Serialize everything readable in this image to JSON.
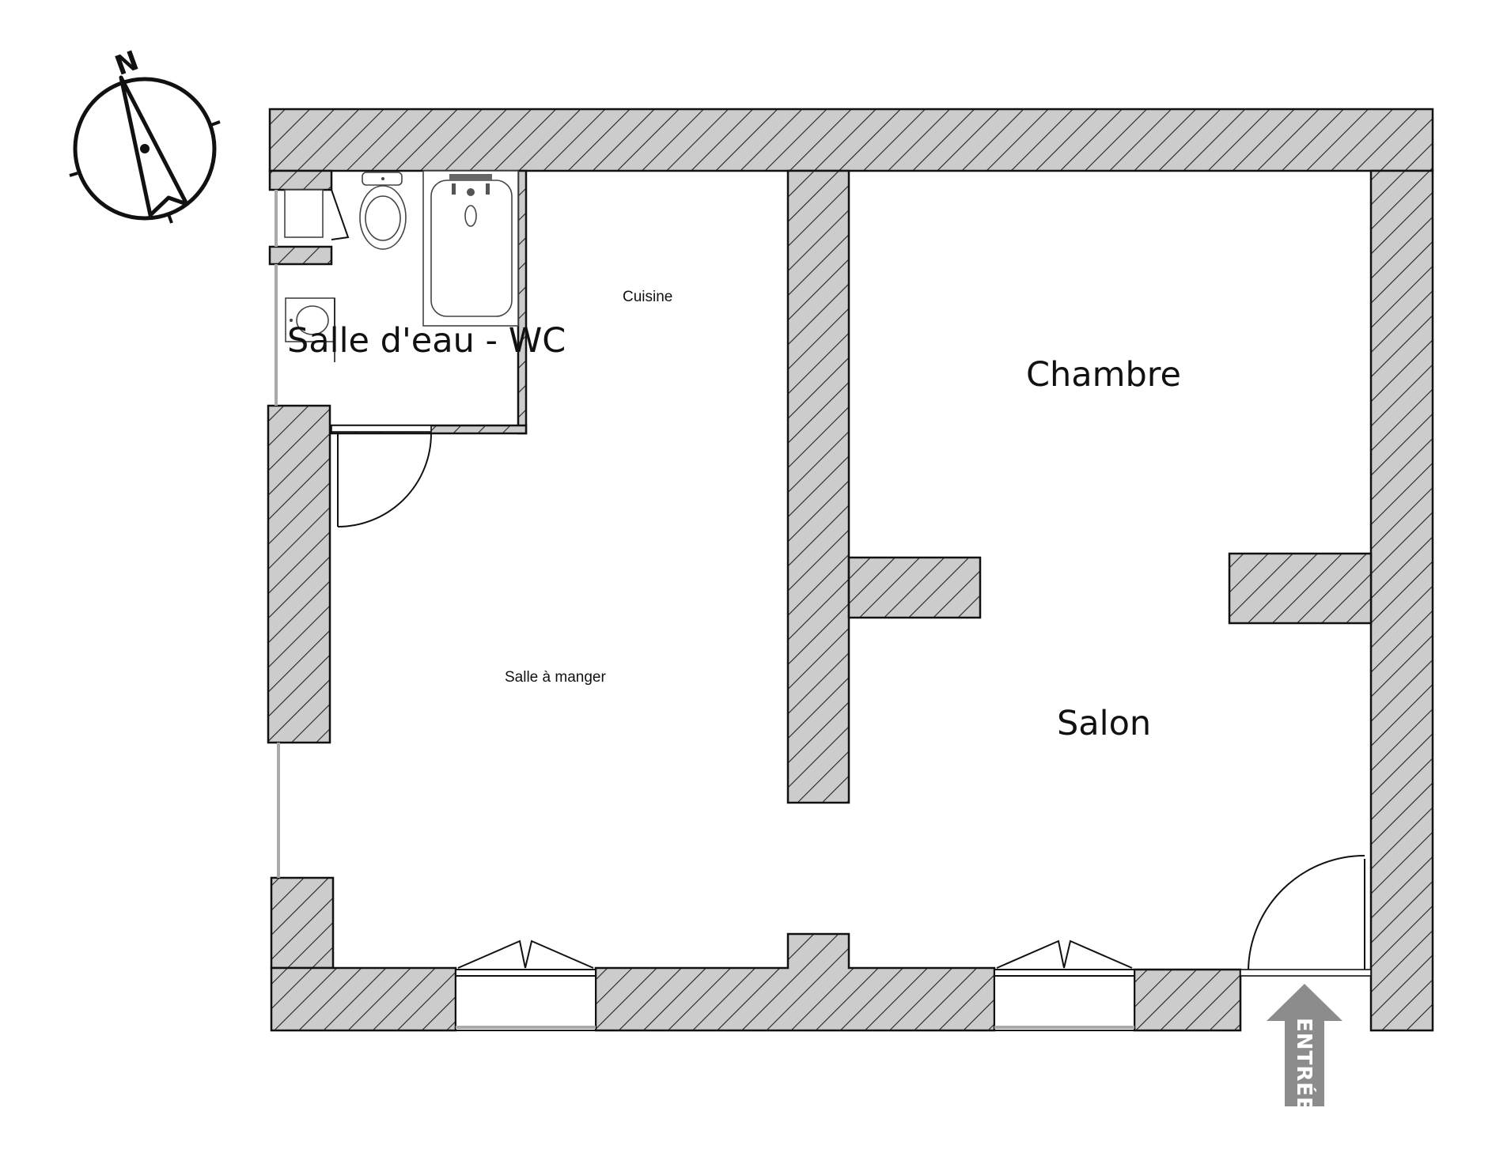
{
  "rooms": {
    "salle_eau": "Salle d'eau - WC",
    "cuisine": "Cuisine",
    "salle_manger": "Salle à manger",
    "chambre": "Chambre",
    "salon": "Salon"
  },
  "compass": {
    "north": "N"
  },
  "entrance": {
    "label": "ENTRÉE"
  },
  "colors": {
    "wall_fill": "#cccccc",
    "hatch": "#222222",
    "window_line": "#aaaaaa",
    "entry_arrow": "#8c8c8c"
  }
}
